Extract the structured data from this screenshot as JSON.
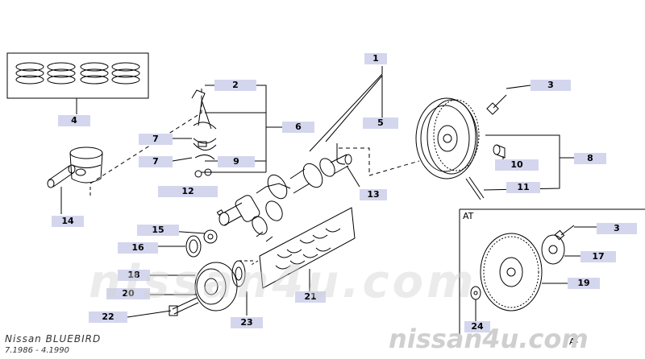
{
  "diagram": {
    "watermark_center": "nissan4u.com",
    "watermark_corner": "nissan4u.com",
    "model": "Nissan BLUEBIRD",
    "period": "7.1986 - 4.1990",
    "section_at_label": "AT",
    "section_at_label_bottom": "A-",
    "callouts": {
      "c1": "1",
      "c2": "2",
      "c3": "3",
      "c3at": "3",
      "c4": "4",
      "c5": "5",
      "c6": "6",
      "c7a": "7",
      "c7b": "7",
      "c8": "8",
      "c9": "9",
      "c10": "10",
      "c11": "11",
      "c12": "12",
      "c13": "13",
      "c14": "14",
      "c15": "15",
      "c16": "16",
      "c17": "17",
      "c18": "18",
      "c19": "19",
      "c20": "20",
      "c21": "21",
      "c22": "22",
      "c23": "23",
      "c24": "24"
    }
  }
}
